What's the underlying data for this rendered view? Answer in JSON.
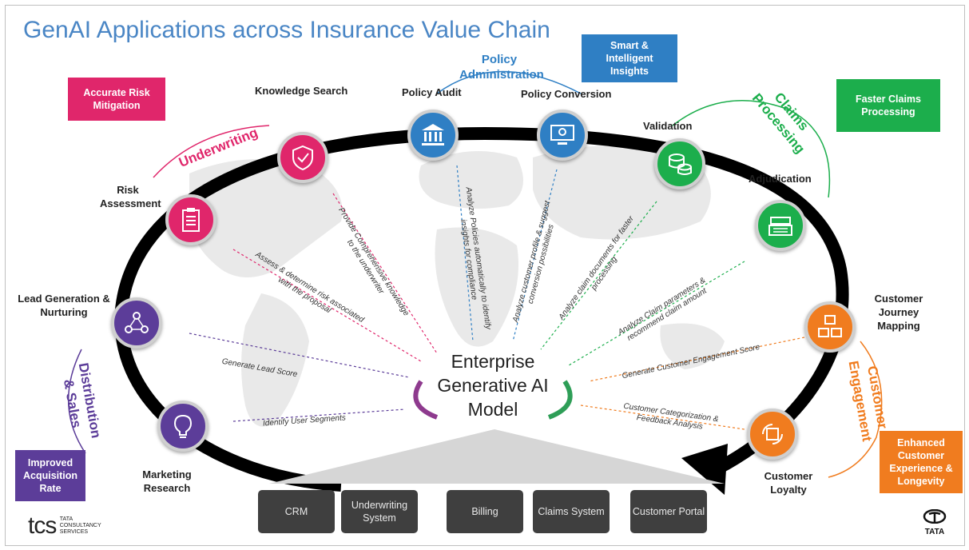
{
  "title": "GenAI Applications across Insurance Value Chain",
  "colors": {
    "underwriting": "#e0266b",
    "policy": "#2f7fc4",
    "claims": "#1cae4c",
    "engagement": "#f07c1f",
    "distribution": "#5c3d99"
  },
  "callouts": {
    "risk": "Accurate Risk Mitigation",
    "insights": "Smart & Intelligent Insights",
    "claims": "Faster Claims Processing",
    "acquisition": "Improved Acquisition Rate",
    "experience": "Enhanced Customer Experience & Longevity"
  },
  "segments": {
    "underwriting": "Underwriting",
    "policy": "Policy Administration",
    "claims": "Claims Processing",
    "engagement": "Customer Engagement",
    "distribution": "Distribution & Sales"
  },
  "stages": {
    "knowledge_search": "Knowledge Search",
    "policy_audit": "Policy Audit",
    "policy_conversion": "Policy Conversion",
    "validation": "Validation",
    "adjudication": "Adjudication",
    "risk_assessment": "Risk Assessment",
    "lead_generation": "Lead Generation & Nurturing",
    "journey_mapping": "Customer Journey Mapping",
    "marketing_research": "Marketing Research",
    "customer_loyalty": "Customer Loyalty"
  },
  "arrows": {
    "risk": "Assess & determine risk associated with the proposal",
    "knowledge": "Provide Comprehensive knowledge to the underwriter",
    "audit": "Analyze Policies automatically to identify insights for compliance",
    "conversion": "Analyze customer profile & suggest conversion possibilities",
    "validation": "Analyze claim documents for faster processing",
    "adjudication": "Analyze Claim parameters & recommend claim amount",
    "lead": "Generate Lead Score",
    "segments": "Identify User Segments",
    "engagement": "Generate Customer Engagement Score",
    "categorization": "Customer Categorization & Feedback Analysis"
  },
  "center": "Enterprise Generative AI Model",
  "systems": [
    "CRM",
    "Underwriting System",
    "Billing",
    "Claims System",
    "Customer Portal"
  ],
  "logos": {
    "tcs_mark": "tcs",
    "tcs_name": "TATA CONSULTANCY SERVICES",
    "tata": "TATA"
  }
}
